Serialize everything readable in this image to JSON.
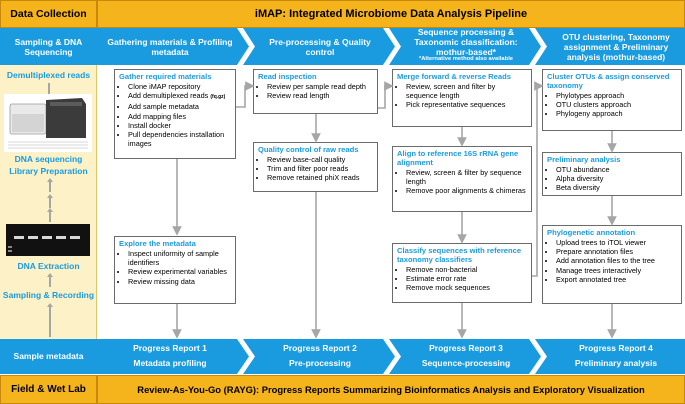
{
  "headers": {
    "data_collection": "Data Collection",
    "pipeline_title": "iMAP: Integrated Microbiome Data Analysis Pipeline",
    "field_lab": "Field & Wet Lab",
    "rayg": "Review-As-You-Go (RAYG): Progress Reports Summarizing Bioinformatics Analysis and Exploratory Visualization"
  },
  "left_column": {
    "sampling_sequencing": "Sampling & DNA Sequencing",
    "demultiplexed_reads": "Demultiplexed reads",
    "dna_sequencing": "DNA sequencing",
    "library_preparation": "Library Preparation",
    "dna_extraction": "DNA Extraction",
    "sampling_recording": "Sampling & Recording",
    "sample_metadata": "Sample metadata"
  },
  "stages": [
    "Gathering materials & Profiling metadata",
    "Pre-processing & Quality control",
    "Sequence processing & Taxonomic classification: mothur-based*",
    "OTU clustering, Taxonomy assignment & Preliminary analysis (mothur-based)"
  ],
  "stage_note": "*Alternative method also available",
  "boxes": {
    "gather": {
      "title": "Gather required materials",
      "items": [
        "Clone iMAP repository",
        "Add demultiplexed reads",
        "Add sample metadata",
        "Add mapping files",
        "Install docker",
        "Pull dependencies installation images"
      ],
      "fq_note": "(fq.gz)"
    },
    "explore": {
      "title": "Explore the metadata",
      "items": [
        "Inspect uniformity of sample identifiers",
        "Review experimental variables",
        "Review missing data"
      ]
    },
    "read_inspection": {
      "title": "Read inspection",
      "items": [
        "Review per sample read depth",
        "Review read length"
      ]
    },
    "quality": {
      "title": "Quality control of raw reads",
      "items": [
        "Review base-call quality",
        "Trim and filter poor reads",
        "Remove retained phiX reads"
      ]
    },
    "merge": {
      "title": "Merge forward & reverse Reads",
      "items": [
        "Review, screen and filter by sequence length",
        "Pick representative sequences"
      ]
    },
    "align": {
      "title": "Align to reference 16S rRNA gene alignment",
      "items": [
        "Review, screen & filter by sequence length",
        "Remove poor alignments & chimeras"
      ]
    },
    "classify": {
      "title": "Classify sequences with reference taxonomy classifiers",
      "items": [
        "Remove non-bacterial",
        "Estimate error rate",
        "Remove mock sequences"
      ]
    },
    "cluster": {
      "title": "Cluster OTUs & assign conserved taxonomy",
      "items": [
        "Phylotypes approach",
        "OTU clusters approach",
        "Phylogeny approach"
      ]
    },
    "preliminary": {
      "title": "Preliminary analysis",
      "items": [
        "OTU abundance",
        "Alpha diversity",
        "Beta diversity"
      ]
    },
    "phylo": {
      "title": "Phylogenetic annotation",
      "items": [
        "Upload trees to iTOL viewer",
        "Prepare annotation files",
        "Add annotation files to the tree",
        "Manage trees interactively",
        "Export annotated tree"
      ]
    }
  },
  "reports": [
    {
      "line1": "Progress Report 1",
      "line2": "Metadata profiling"
    },
    {
      "line1": "Progress Report 2",
      "line2": "Pre-processing"
    },
    {
      "line1": "Progress Report 3",
      "line2": "Sequence-processing"
    },
    {
      "line1": "Progress Report 4",
      "line2": "Preliminary  analysis"
    }
  ],
  "colors": {
    "orange": "#f5b31c",
    "blue": "#1a9be0",
    "cream": "#fdf1c8"
  }
}
